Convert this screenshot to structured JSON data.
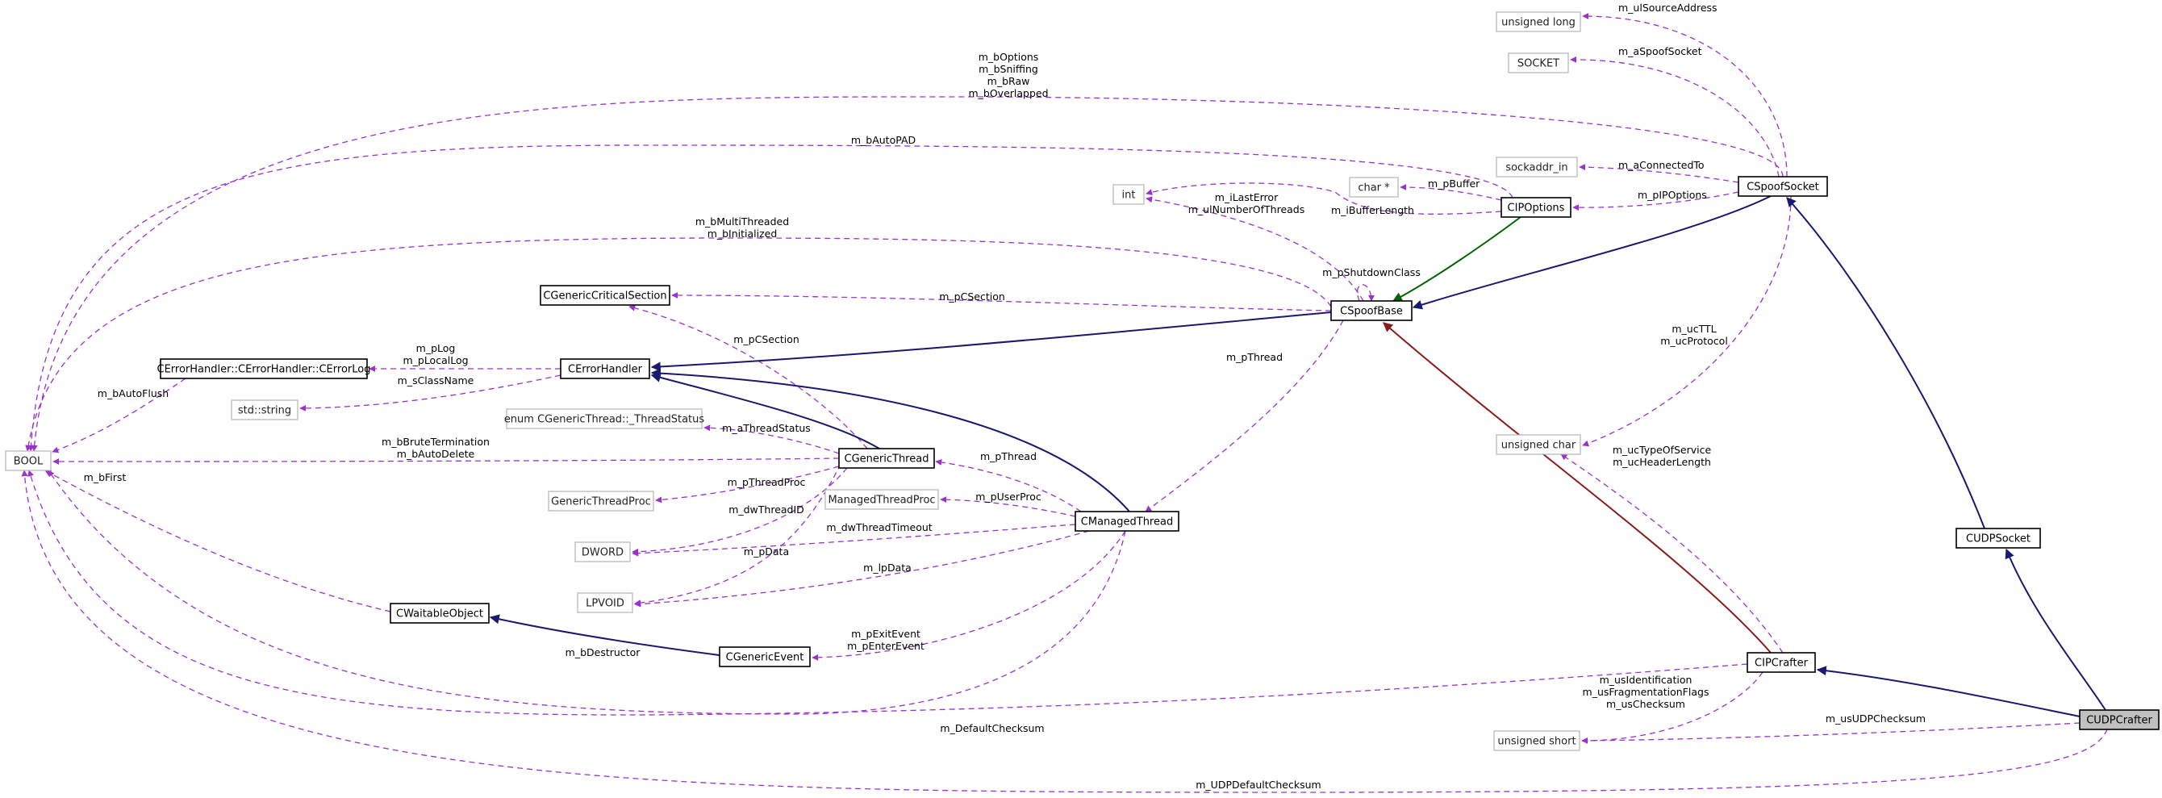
{
  "nodes": {
    "ulong": "unsigned long",
    "socket": "SOCKET",
    "sockaddr": "sockaddr_in",
    "charp": "char *",
    "int": "int",
    "cspoofsocket": "CSpoofSocket",
    "cipoptions": "CIPOptions",
    "ccritsec": "CGenericCriticalSection",
    "cspoofbase": "CSpoofBase",
    "cerrlog": "CErrorHandler::CErrorHandler::CErrorLog",
    "cerrhandler": "CErrorHandler",
    "stdstring": "std::string",
    "threadstatus": "enum CGenericThread::_ThreadStatus",
    "bool": "BOOL",
    "cgenthread": "CGenericThread",
    "ucharT": "unsigned char",
    "genthreadproc": "GenericThreadProc",
    "mthreadproc": "ManagedThreadProc",
    "cmanaged": "CManagedThread",
    "cudpsocket": "CUDPSocket",
    "dword": "DWORD",
    "lpvoid": "LPVOID",
    "cwaitable": "CWaitableObject",
    "cgenevent": "CGenericEvent",
    "cipcrafter": "CIPCrafter",
    "ushortT": "unsigned short",
    "cudpcrafter": "CUDPCrafter"
  },
  "edges": {
    "e_ulsource": [
      "m_ulSourceAddress"
    ],
    "e_aspoof": [
      "m_aSpoofSocket"
    ],
    "e_acon": [
      "m_aConnectedTo"
    ],
    "e_ipopt": [
      "m_pIPOptions"
    ],
    "e_pbuf": [
      "m_pBuffer"
    ],
    "e_ibuflen": [
      "m_iBufferLength"
    ],
    "e_lasterr": [
      "m_iLastError",
      "m_ulNumberOfThreads"
    ],
    "e_shutdown": [
      "m_pShutdownClass"
    ],
    "e_boptions": [
      "m_bOptions",
      "m_bSniffing",
      "m_bRaw",
      "m_bOverlapped"
    ],
    "e_autopad": [
      "m_bAutoPAD"
    ],
    "e_multi": [
      "m_bMultiThreaded",
      "m_bInitialized"
    ],
    "e_pcsec1": [
      "m_pCSection"
    ],
    "e_pcsec2": [
      "m_pCSection"
    ],
    "e_plog": [
      "m_pLog",
      "m_pLocalLog"
    ],
    "e_sclass": [
      "m_sClassName"
    ],
    "e_autoflush": [
      "m_bAutoFlush"
    ],
    "e_pthread1": [
      "m_pThread"
    ],
    "e_ucttl": [
      "m_ucTTL",
      "m_ucProtocol"
    ],
    "e_astatus": [
      "m_aThreadStatus"
    ],
    "e_brute": [
      "m_bBruteTermination",
      "m_bAutoDelete"
    ],
    "e_pthread2": [
      "m_pThread"
    ],
    "e_uctos": [
      "m_ucTypeOfService",
      "m_ucHeaderLength"
    ],
    "e_bfirst": [
      "m_bFirst"
    ],
    "e_threadproc": [
      "m_pThreadProc"
    ],
    "e_userproc": [
      "m_pUserProc"
    ],
    "e_dwid": [
      "m_dwThreadID"
    ],
    "e_dwtimeout": [
      "m_dwThreadTimeout"
    ],
    "e_pdata": [
      "m_pData"
    ],
    "e_lpdata": [
      "m_lpData"
    ],
    "e_exitev": [
      "m_pExitEvent",
      "m_pEnterEvent"
    ],
    "e_bdestr": [
      "m_bDestructor"
    ],
    "e_usident": [
      "m_usIdentification",
      "m_usFragmentationFlags",
      "m_usChecksum"
    ],
    "e_defcheck": [
      "m_DefaultChecksum"
    ],
    "e_udpcheck": [
      "m_usUDPChecksum"
    ],
    "e_udpdefcheck": [
      "m_UDPDefaultChecksum"
    ]
  },
  "colors": {
    "uses": "#9a32cd",
    "inherit": "#191970",
    "inherit_crafter": "#8b1a1a",
    "inherit_options": "#006400",
    "focus_fill": "#c0c0c0",
    "type_border": "#b4b4b4"
  }
}
